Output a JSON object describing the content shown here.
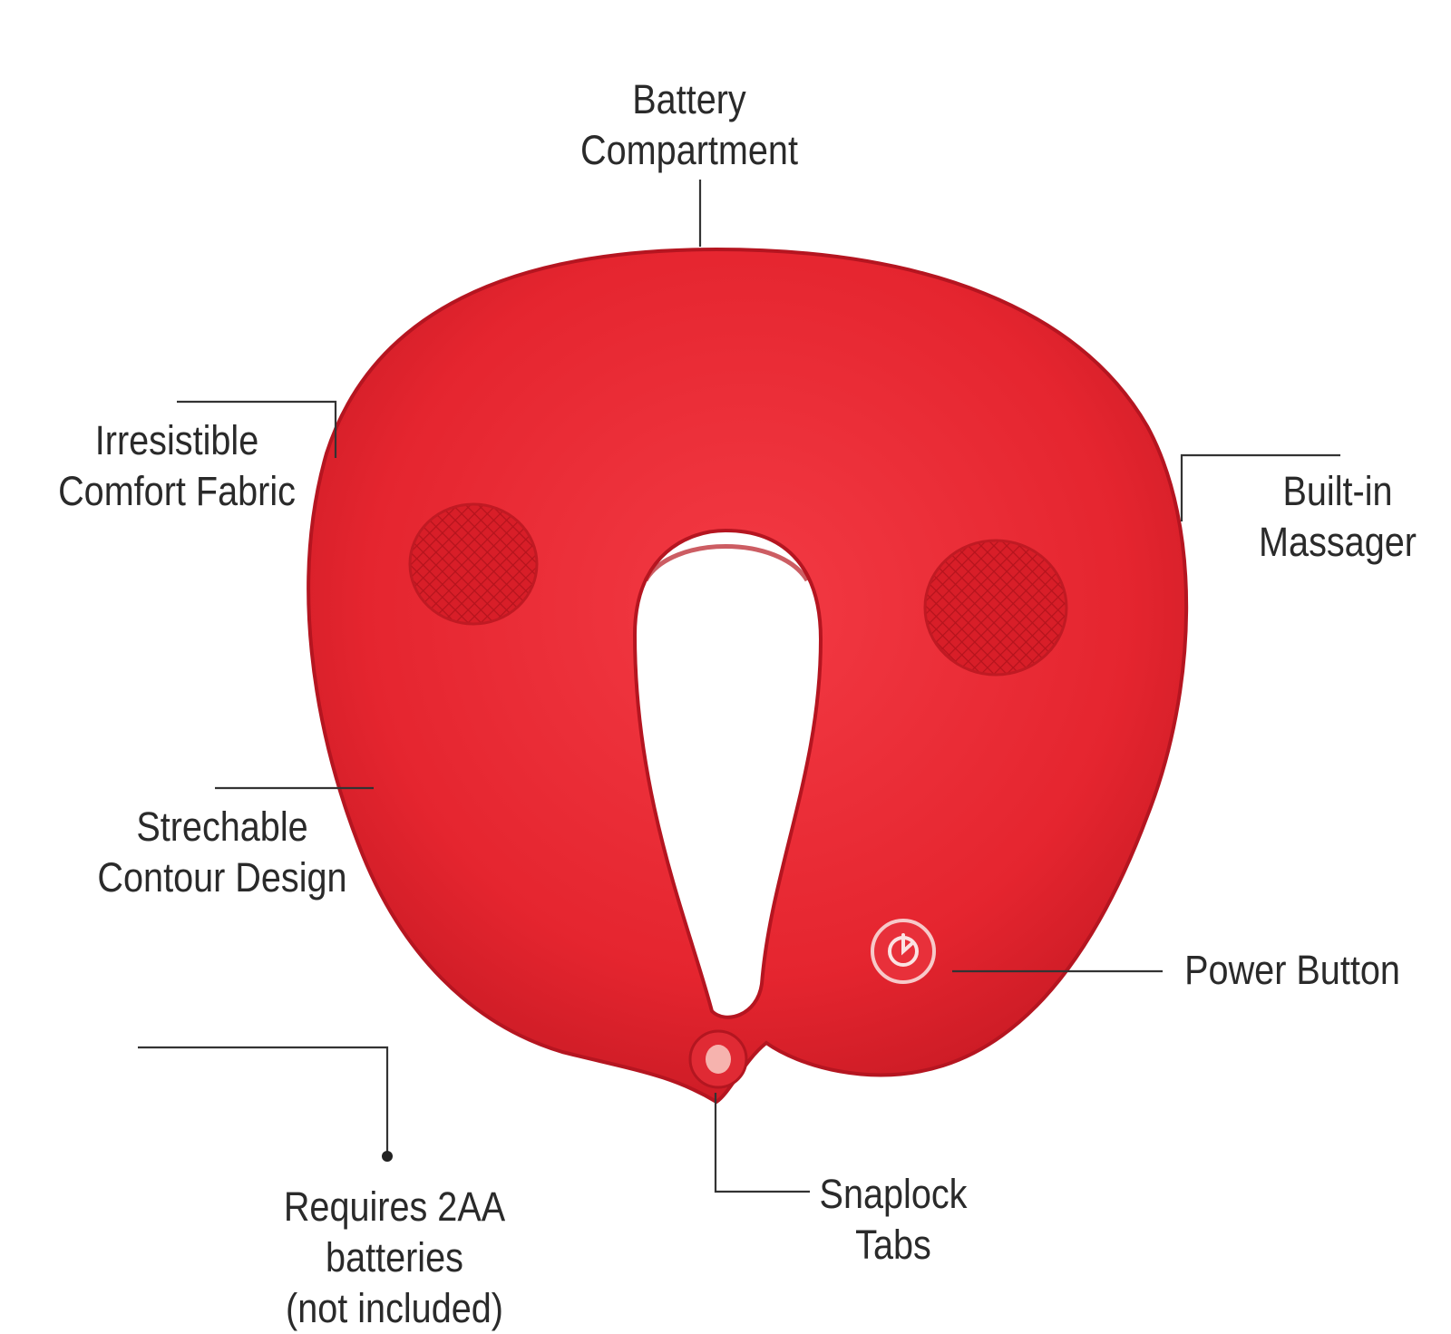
{
  "diagram": {
    "product": "neck-pillow-massager",
    "pillow_color": "#e5252f",
    "callouts": {
      "battery": [
        "Battery",
        "Compartment"
      ],
      "fabric": [
        "Irresistible",
        "Comfort Fabric"
      ],
      "massager": [
        "Built-in",
        "Massager"
      ],
      "contour": [
        "Strechable",
        "Contour Design"
      ],
      "power": [
        "Power Button"
      ],
      "batteries_note": [
        "Requires 2AA",
        "batteries",
        "(not included)"
      ],
      "snaplock": [
        "Snaplock",
        "Tabs"
      ]
    }
  }
}
